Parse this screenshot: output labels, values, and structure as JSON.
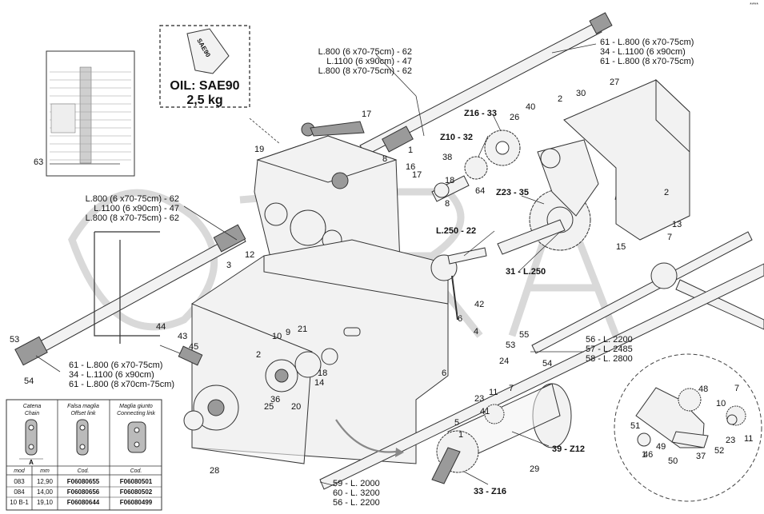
{
  "oil": {
    "line1": "OIL: SAE90",
    "line2": "2,5 kg",
    "can_label": "SAE90"
  },
  "corner_mark": "****",
  "shafts": {
    "top_right": [
      "61 - L.800 (6 x70-75cm)",
      "34 - L.1100 (6 x90cm)",
      "61 - L.800 (8 x70-75cm)"
    ],
    "top_center": [
      "L.800 (6 x70-75cm) - 62",
      "L.1100 (6 x90cm) - 47",
      "L.800 (8 x70-75cm) - 62"
    ],
    "mid_left": [
      "L.800 (6 x70-75cm) - 62",
      "L.1100 (6 x90cm) - 47",
      "L.800 (8 x70-75cm) - 62"
    ],
    "bottom_left": [
      "61 - L.800 (6 x70-75cm)",
      "34 - L.1100 (6 x90cm)",
      "61 - L.800 (8 x70cm-75cm)"
    ],
    "right_arm": [
      "56 - L. 2200",
      "57 - L. 2485",
      "58 - L. 2800"
    ],
    "bottom_shaft": [
      "59 - L. 2000",
      "60 - L. 3200",
      "56 - L. 2200"
    ]
  },
  "labels": {
    "z16_33": "Z16 - 33",
    "z10_32": "Z10 - 32",
    "z23_35": "Z23 - 35",
    "l250_22": "L.250 - 22",
    "l31_250": "31 - L.250",
    "z39_12": "39 - Z12",
    "z33_16": "33 - Z16"
  },
  "callouts": [
    "63",
    "19",
    "17",
    "8",
    "1",
    "16",
    "38",
    "18",
    "17",
    "8",
    "64",
    "2",
    "40",
    "26",
    "30",
    "27",
    "2",
    "13",
    "7",
    "15",
    "12",
    "3",
    "44",
    "53",
    "54",
    "43",
    "45",
    "10",
    "9",
    "21",
    "2",
    "14",
    "18",
    "36",
    "25",
    "20",
    "28",
    "42",
    "6",
    "4",
    "6",
    "24",
    "53",
    "55",
    "54",
    "23",
    "11",
    "7",
    "41",
    "5",
    "1",
    "29",
    "48",
    "10",
    "7",
    "51",
    "49",
    "50",
    "46",
    "37",
    "52",
    "23",
    "11",
    "1"
  ],
  "legend": {
    "col1": {
      "title1": "Catena",
      "title2": "Chain"
    },
    "col2": {
      "title1": "Falsa maglia",
      "title2": "Offset link"
    },
    "col3": {
      "title1": "Maglia giunto",
      "title2": "Connecting link"
    },
    "dim_label": "A",
    "headers": {
      "mod": "mod",
      "mm": "mm",
      "cod1": "Cod.",
      "cod2": "Cod."
    },
    "rows": [
      {
        "mod": "083",
        "mm": "12,90",
        "cod1": "F06080655",
        "cod2": "F06080501"
      },
      {
        "mod": "084",
        "mm": "14,00",
        "cod1": "F06080656",
        "cod2": "F06080502"
      },
      {
        "mod": "10 B-1",
        "mm": "19,10",
        "cod1": "F06080644",
        "cod2": "F06080499"
      }
    ]
  },
  "colors": {
    "ink": "#111111",
    "watermark": "#d9d9d9",
    "part": "#f2f2f2"
  }
}
